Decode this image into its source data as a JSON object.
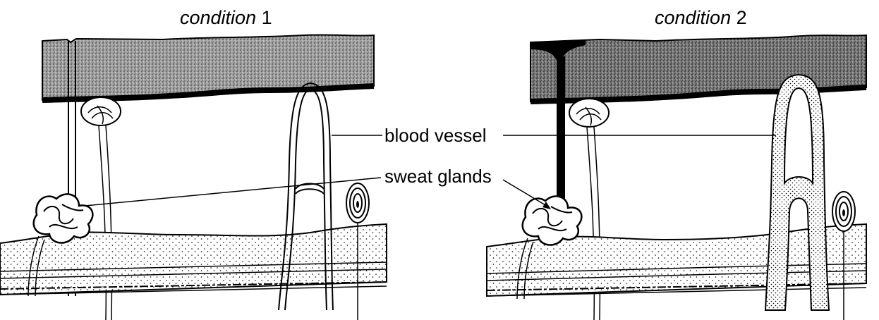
{
  "titles": [
    {
      "italic": "condition",
      "number": "1"
    },
    {
      "italic": "condition",
      "number": "2"
    }
  ],
  "labels": {
    "blood_vessel": "blood vessel",
    "sweat_glands": "sweat glands"
  },
  "colors": {
    "ink": "#000000",
    "epidermis_fill": "#9a9a9a",
    "background": "#ffffff"
  }
}
